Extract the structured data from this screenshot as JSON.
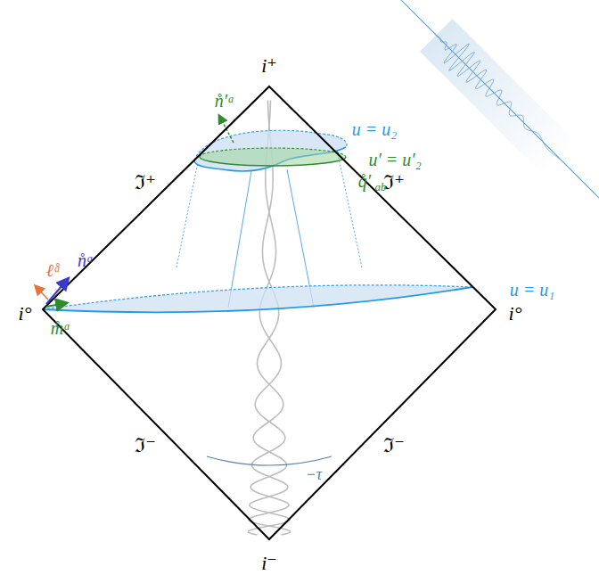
{
  "diagram": {
    "labels": [
      "i⁺",
      "i°",
      "i°",
      "i⁻",
      "ℑ⁺",
      "ℑ⁺",
      "ℑ⁻",
      "ℑ⁻",
      "n̊′ᵃ",
      "u = u₂",
      "u′ = u′₂",
      "q̊′",
      "ab",
      "ℓ̊ᵃ",
      "n̊ᵃ",
      "m̊ᵃ",
      "u = u₁",
      "−τ"
    ]
  }
}
